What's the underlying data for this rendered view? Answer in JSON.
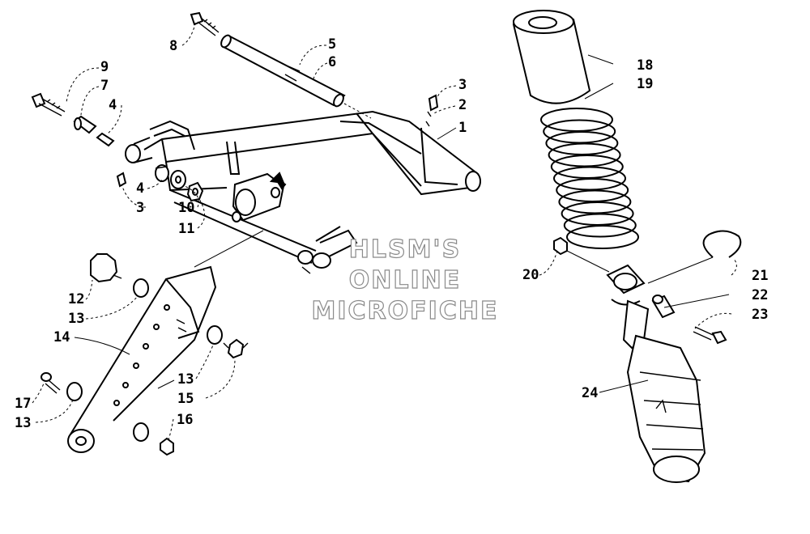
{
  "watermark": {
    "line1": "HLSM'S",
    "line2": "ONLINE",
    "line3": "MICROFICHE"
  },
  "labels": {
    "l1": "1",
    "l2": "2",
    "l3a": "3",
    "l3b": "3",
    "l4a": "4",
    "l4b": "4",
    "l5": "5",
    "l6": "6",
    "l7": "7",
    "l8": "8",
    "l9": "9",
    "l10": "10",
    "l11": "11",
    "l12": "12",
    "l13a": "13",
    "l13b": "13",
    "l13c": "13",
    "l14": "14",
    "l15": "15",
    "l16": "16",
    "l17": "17",
    "l18": "18",
    "l19": "19",
    "l20": "20",
    "l21": "21",
    "l22": "22",
    "l23": "23",
    "l24": "24"
  }
}
